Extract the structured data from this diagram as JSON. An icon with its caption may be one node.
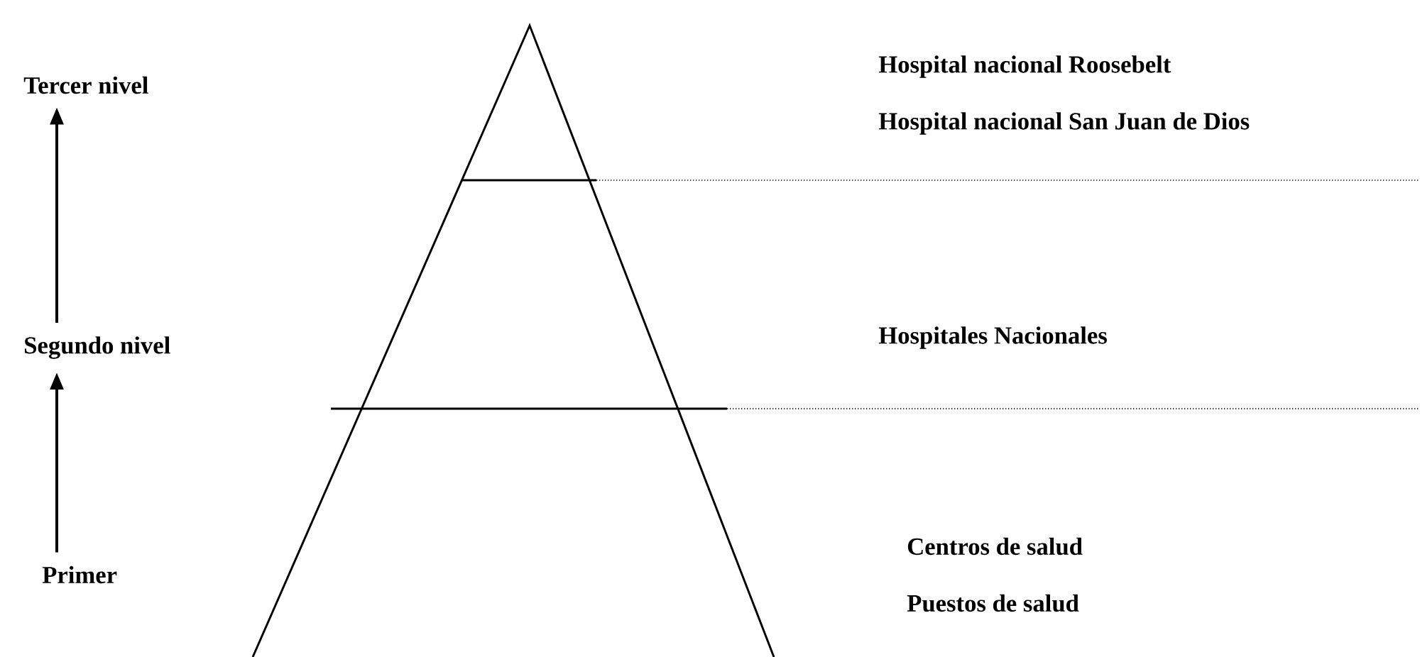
{
  "diagram": {
    "nodes": [
      {
        "text": [
          "Tercer nivel"
        ]
      },
      {
        "text": [
          "Segundo nivel"
        ]
      },
      {
        "text": [
          "Primer"
        ]
      }
    ],
    "edges": [
      {
        "from": 2,
        "to": 1,
        "arrow": "to"
      },
      {
        "from": 1,
        "to": 0,
        "arrow": "to"
      }
    ],
    "labels": [
      "Hospital nacional Roosebelt",
      "Hospital nacional San Juan de Dios",
      "Hospitales Nacionales",
      "Centros de salud",
      "Puestos de salud"
    ]
  }
}
